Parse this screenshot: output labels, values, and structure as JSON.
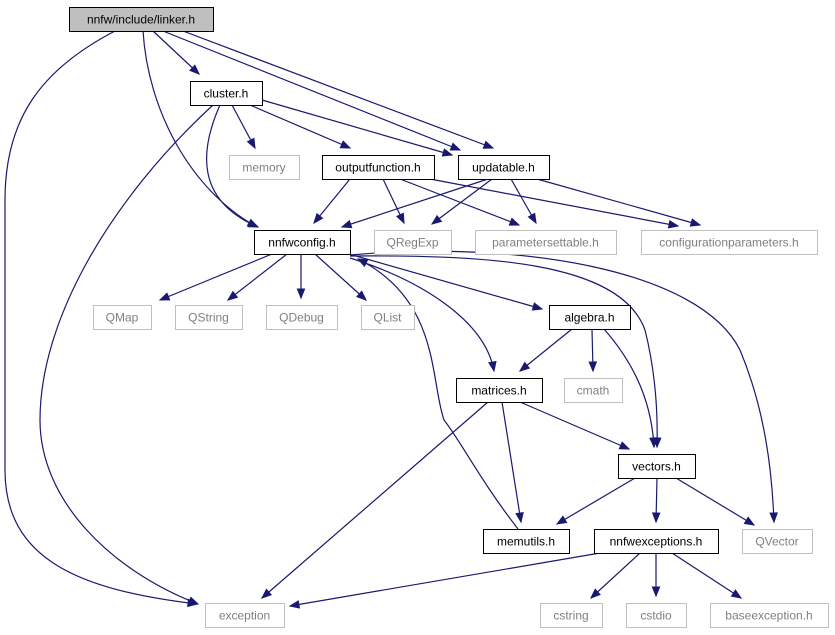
{
  "colors": {
    "edge": "#191970",
    "root_fill": "#bfbfbf",
    "node_border": "#000000",
    "external_border": "#bfbfbf",
    "external_text": "#7f7f7f"
  },
  "nodes": {
    "linker": {
      "label": "nnfw/include/linker.h",
      "kind": "root"
    },
    "cluster": {
      "label": "cluster.h",
      "kind": "internal"
    },
    "memory": {
      "label": "memory",
      "kind": "external"
    },
    "outputfn": {
      "label": "outputfunction.h",
      "kind": "internal"
    },
    "updatable": {
      "label": "updatable.h",
      "kind": "internal"
    },
    "nnfwconfig": {
      "label": "nnfwconfig.h",
      "kind": "internal"
    },
    "qregexp": {
      "label": "QRegExp",
      "kind": "external"
    },
    "paramsett": {
      "label": "parametersettable.h",
      "kind": "external"
    },
    "configpar": {
      "label": "configurationparameters.h",
      "kind": "external"
    },
    "qmap": {
      "label": "QMap",
      "kind": "external"
    },
    "qstring": {
      "label": "QString",
      "kind": "external"
    },
    "qdebug": {
      "label": "QDebug",
      "kind": "external"
    },
    "qlist": {
      "label": "QList",
      "kind": "external"
    },
    "algebra": {
      "label": "algebra.h",
      "kind": "internal"
    },
    "matrices": {
      "label": "matrices.h",
      "kind": "internal"
    },
    "cmath": {
      "label": "cmath",
      "kind": "external"
    },
    "vectors": {
      "label": "vectors.h",
      "kind": "internal"
    },
    "memutils": {
      "label": "memutils.h",
      "kind": "internal"
    },
    "nnfwexc": {
      "label": "nnfwexceptions.h",
      "kind": "internal"
    },
    "qvector": {
      "label": "QVector",
      "kind": "external"
    },
    "exception": {
      "label": "exception",
      "kind": "external"
    },
    "cstring": {
      "label": "cstring",
      "kind": "external"
    },
    "cstdio": {
      "label": "cstdio",
      "kind": "external"
    },
    "baseexc": {
      "label": "baseexception.h",
      "kind": "external"
    }
  },
  "edges": [
    [
      "linker",
      "cluster"
    ],
    [
      "linker",
      "updatable"
    ],
    [
      "linker",
      "outputfn"
    ],
    [
      "linker",
      "nnfwconfig"
    ],
    [
      "linker",
      "exception"
    ],
    [
      "cluster",
      "memory"
    ],
    [
      "cluster",
      "outputfn"
    ],
    [
      "cluster",
      "updatable"
    ],
    [
      "cluster",
      "nnfwconfig"
    ],
    [
      "cluster",
      "exception"
    ],
    [
      "outputfn",
      "nnfwconfig"
    ],
    [
      "outputfn",
      "qregexp"
    ],
    [
      "outputfn",
      "paramsett"
    ],
    [
      "outputfn",
      "configpar"
    ],
    [
      "updatable",
      "nnfwconfig"
    ],
    [
      "updatable",
      "qregexp"
    ],
    [
      "updatable",
      "paramsett"
    ],
    [
      "updatable",
      "configpar"
    ],
    [
      "nnfwconfig",
      "qmap"
    ],
    [
      "nnfwconfig",
      "qstring"
    ],
    [
      "nnfwconfig",
      "qdebug"
    ],
    [
      "nnfwconfig",
      "qlist"
    ],
    [
      "nnfwconfig",
      "algebra"
    ],
    [
      "nnfwconfig",
      "matrices"
    ],
    [
      "nnfwconfig",
      "vectors"
    ],
    [
      "nnfwconfig",
      "qvector"
    ],
    [
      "algebra",
      "matrices"
    ],
    [
      "algebra",
      "cmath"
    ],
    [
      "algebra",
      "vectors"
    ],
    [
      "matrices",
      "vectors"
    ],
    [
      "matrices",
      "memutils"
    ],
    [
      "matrices",
      "exception"
    ],
    [
      "memutils",
      "nnfwconfig"
    ],
    [
      "vectors",
      "memutils"
    ],
    [
      "vectors",
      "nnfwexc"
    ],
    [
      "vectors",
      "qvector"
    ],
    [
      "nnfwexc",
      "exception"
    ],
    [
      "nnfwexc",
      "cstring"
    ],
    [
      "nnfwexc",
      "cstdio"
    ],
    [
      "nnfwexc",
      "baseexc"
    ]
  ]
}
